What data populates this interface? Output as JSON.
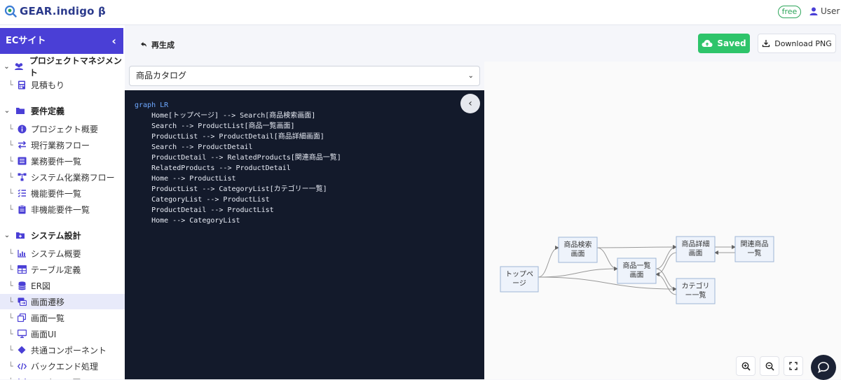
{
  "app": {
    "title": "GEAR.indigo β",
    "plan_badge": "free",
    "user_label": "User"
  },
  "sidebar": {
    "project_name": "ECサイト",
    "sections": [
      {
        "label": "プロジェクトマネジメント",
        "icon": "people-icon",
        "items": [
          {
            "label": "見積もり",
            "icon": "calculator-icon"
          }
        ]
      },
      {
        "label": "要件定義",
        "icon": "folder-icon",
        "items": [
          {
            "label": "プロジェクト概要",
            "icon": "info-icon"
          },
          {
            "label": "現行業務フロー",
            "icon": "swap-icon"
          },
          {
            "label": "業務要件一覧",
            "icon": "list-box-icon"
          },
          {
            "label": "システム化業務フロー",
            "icon": "flow-icon"
          },
          {
            "label": "機能要件一覧",
            "icon": "checklist-icon"
          },
          {
            "label": "非機能要件一覧",
            "icon": "clipboard-icon"
          }
        ]
      },
      {
        "label": "システム設計",
        "icon": "folder-plus-icon",
        "items": [
          {
            "label": "システム概要",
            "icon": "bar-chart-icon"
          },
          {
            "label": "テーブル定義",
            "icon": "table-icon"
          },
          {
            "label": "ER図",
            "icon": "database-icon"
          },
          {
            "label": "画面遷移",
            "icon": "screen-transition-icon",
            "active": true
          },
          {
            "label": "画面一覧",
            "icon": "copy-icon"
          },
          {
            "label": "画面UI",
            "icon": "monitor-icon"
          },
          {
            "label": "共通コンポーネント",
            "icon": "diamond-icon"
          },
          {
            "label": "バックエンド処理",
            "icon": "code-icon"
          },
          {
            "label": "シーケンス図",
            "icon": "sequence-icon"
          }
        ]
      }
    ]
  },
  "toolbar": {
    "regenerate_label": "再生成",
    "saved_label": "Saved",
    "download_label": "Download PNG"
  },
  "screen_select": {
    "value": "商品カタログ"
  },
  "editor": {
    "lines": [
      "graph LR",
      "    Home[トップページ] --> Search[商品検索画面]",
      "    Search --> ProductList[商品一覧画面]",
      "    ProductList --> ProductDetail[商品詳細画面]",
      "    Search --> ProductDetail",
      "    ProductDetail --> RelatedProducts[関連商品一覧]",
      "    RelatedProducts --> ProductDetail",
      "    Home --> ProductList",
      "    ProductList --> CategoryList[カテゴリー一覧]",
      "    CategoryList --> ProductList",
      "    ProductDetail --> ProductList",
      "    Home --> CategoryList"
    ]
  },
  "diagram": {
    "nodes": [
      {
        "id": "Home",
        "lines": [
          "トップペ",
          "ージ"
        ]
      },
      {
        "id": "Search",
        "lines": [
          "商品検索",
          "画面"
        ]
      },
      {
        "id": "ProductList",
        "lines": [
          "商品一覧",
          "画面"
        ]
      },
      {
        "id": "ProductDetail",
        "lines": [
          "商品詳細",
          "画面"
        ]
      },
      {
        "id": "CategoryList",
        "lines": [
          "カテゴリ",
          "ー一覧"
        ]
      },
      {
        "id": "RelatedProducts",
        "lines": [
          "関連商品",
          "一覧"
        ]
      }
    ],
    "edges": [
      [
        "Home",
        "Search"
      ],
      [
        "Search",
        "ProductList"
      ],
      [
        "ProductList",
        "ProductDetail"
      ],
      [
        "Search",
        "ProductDetail"
      ],
      [
        "ProductDetail",
        "RelatedProducts"
      ],
      [
        "RelatedProducts",
        "ProductDetail"
      ],
      [
        "Home",
        "ProductList"
      ],
      [
        "ProductList",
        "CategoryList"
      ],
      [
        "CategoryList",
        "ProductList"
      ],
      [
        "ProductDetail",
        "ProductList"
      ],
      [
        "Home",
        "CategoryList"
      ]
    ]
  },
  "colors": {
    "accent": "#4a3fd6",
    "saved": "#2ec46a",
    "editor_bg": "#131a2b"
  }
}
